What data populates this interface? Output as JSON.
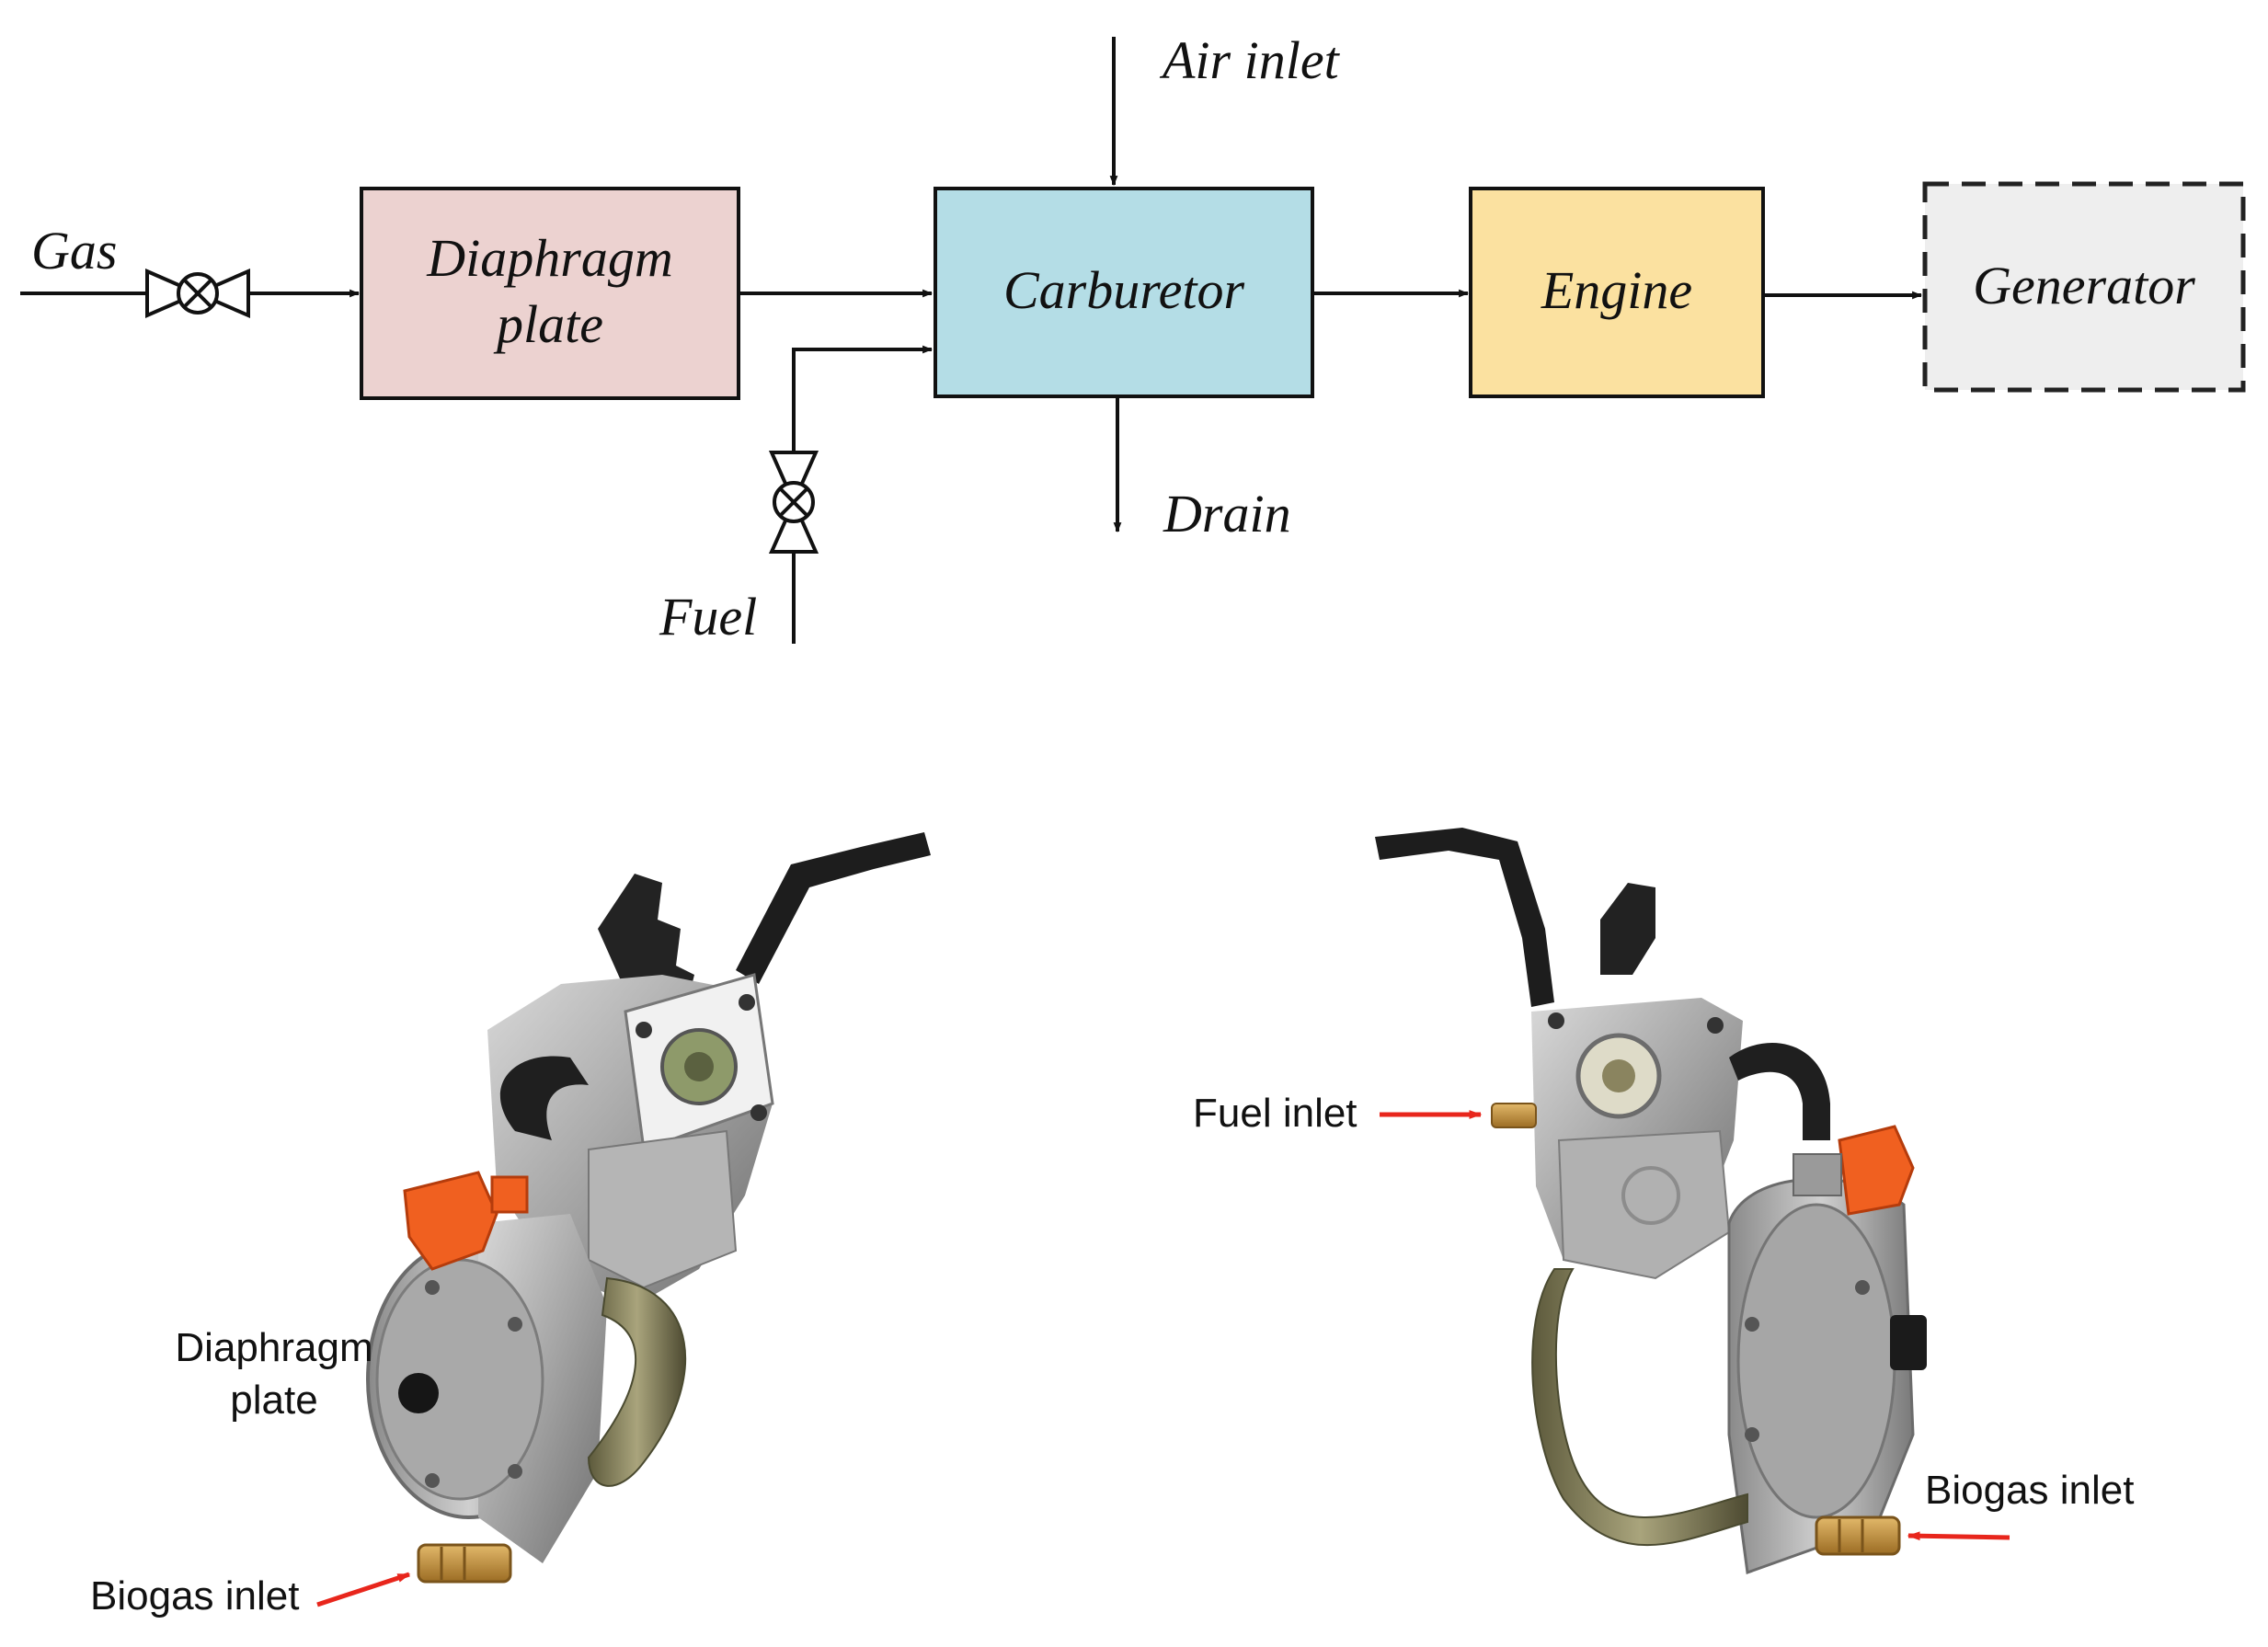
{
  "diagram": {
    "inputs": {
      "gas": "Gas",
      "fuel": "Fuel",
      "air_inlet": "Air inlet",
      "drain": "Drain"
    },
    "blocks": {
      "diaphragm_line1": "Diaphragm",
      "diaphragm_line2": "plate",
      "carburetor": "Carburetor",
      "engine": "Engine",
      "generator": "Generator"
    },
    "colors": {
      "diaphragm_fill": "#ecd2d0",
      "carburetor_fill": "#b4dde6",
      "engine_fill": "#fbe1a0",
      "generator_fill": "#eeeeee",
      "line": "#111111",
      "callout_arrow": "#e8261c"
    }
  },
  "photos": {
    "left": {
      "diaphragm_label_line1": "Diaphragm",
      "diaphragm_label_line2": "plate",
      "biogas_inlet_label": "Biogas inlet"
    },
    "right": {
      "fuel_inlet_label": "Fuel inlet",
      "biogas_inlet_label": "Biogas inlet"
    }
  }
}
